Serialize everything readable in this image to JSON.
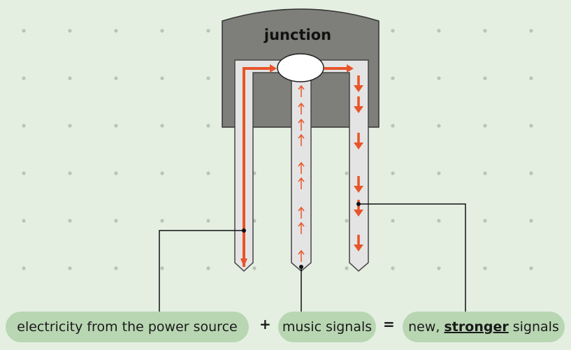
{
  "diagram": {
    "title": "junction",
    "labels": {
      "power": "electricity from the power source",
      "music": "music signals",
      "result_prefix": "new,",
      "result_strong": "stronger",
      "result_suffix": "signals"
    },
    "operators": {
      "plus": "+",
      "equals": "="
    }
  },
  "colors": {
    "background": "#e4efe2",
    "dots": "#b8c4b6",
    "housing": "#7e7e7a",
    "lead_fill": "#e4e4e4",
    "arrow": "#e8542a",
    "pill": "#b9d6b3",
    "line": "#111111"
  }
}
